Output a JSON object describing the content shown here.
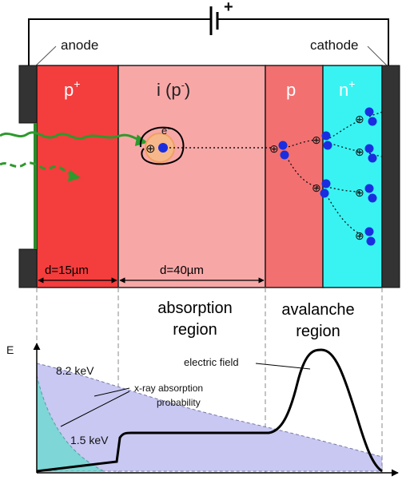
{
  "circuit": {
    "battery_sign": "+",
    "anode_label": "anode",
    "cathode_label": "cathode"
  },
  "layers": [
    {
      "key": "p_plus",
      "label_main": "p",
      "label_sup": "+",
      "color": "#f43d3d"
    },
    {
      "key": "intrinsic",
      "label_main": "i (p",
      "label_sup": "-",
      "label_tail": ")",
      "color": "#f8a7a7"
    },
    {
      "key": "p",
      "label_main": "p",
      "color": "#f37070"
    },
    {
      "key": "n_plus",
      "label_main": "n",
      "label_sup": "+",
      "color": "#39f3f3"
    }
  ],
  "dimensions": {
    "p_plus_thickness": "d=15µm",
    "intrinsic_thickness": "d=40µm"
  },
  "carriers": {
    "electron_symbol": "e⁻",
    "hole_symbol": "⊕",
    "electron_color": "#1a2ee0"
  },
  "regions": {
    "absorption_line1": "absorption",
    "absorption_line2": "region",
    "avalanche_line1": "avalanche",
    "avalanche_line2": "region"
  },
  "graph": {
    "y_axis_label": "E",
    "electric_field_label": "electric field",
    "xray_label_line1": "x-ray absorption",
    "xray_label_line2": "probability",
    "energy_high": "8.2 keV",
    "energy_low": "1.5 keV",
    "colors": {
      "high_energy_fill": "#c8c8f2",
      "low_energy_fill": "#7ed6d6",
      "field_line": "#000000"
    }
  }
}
